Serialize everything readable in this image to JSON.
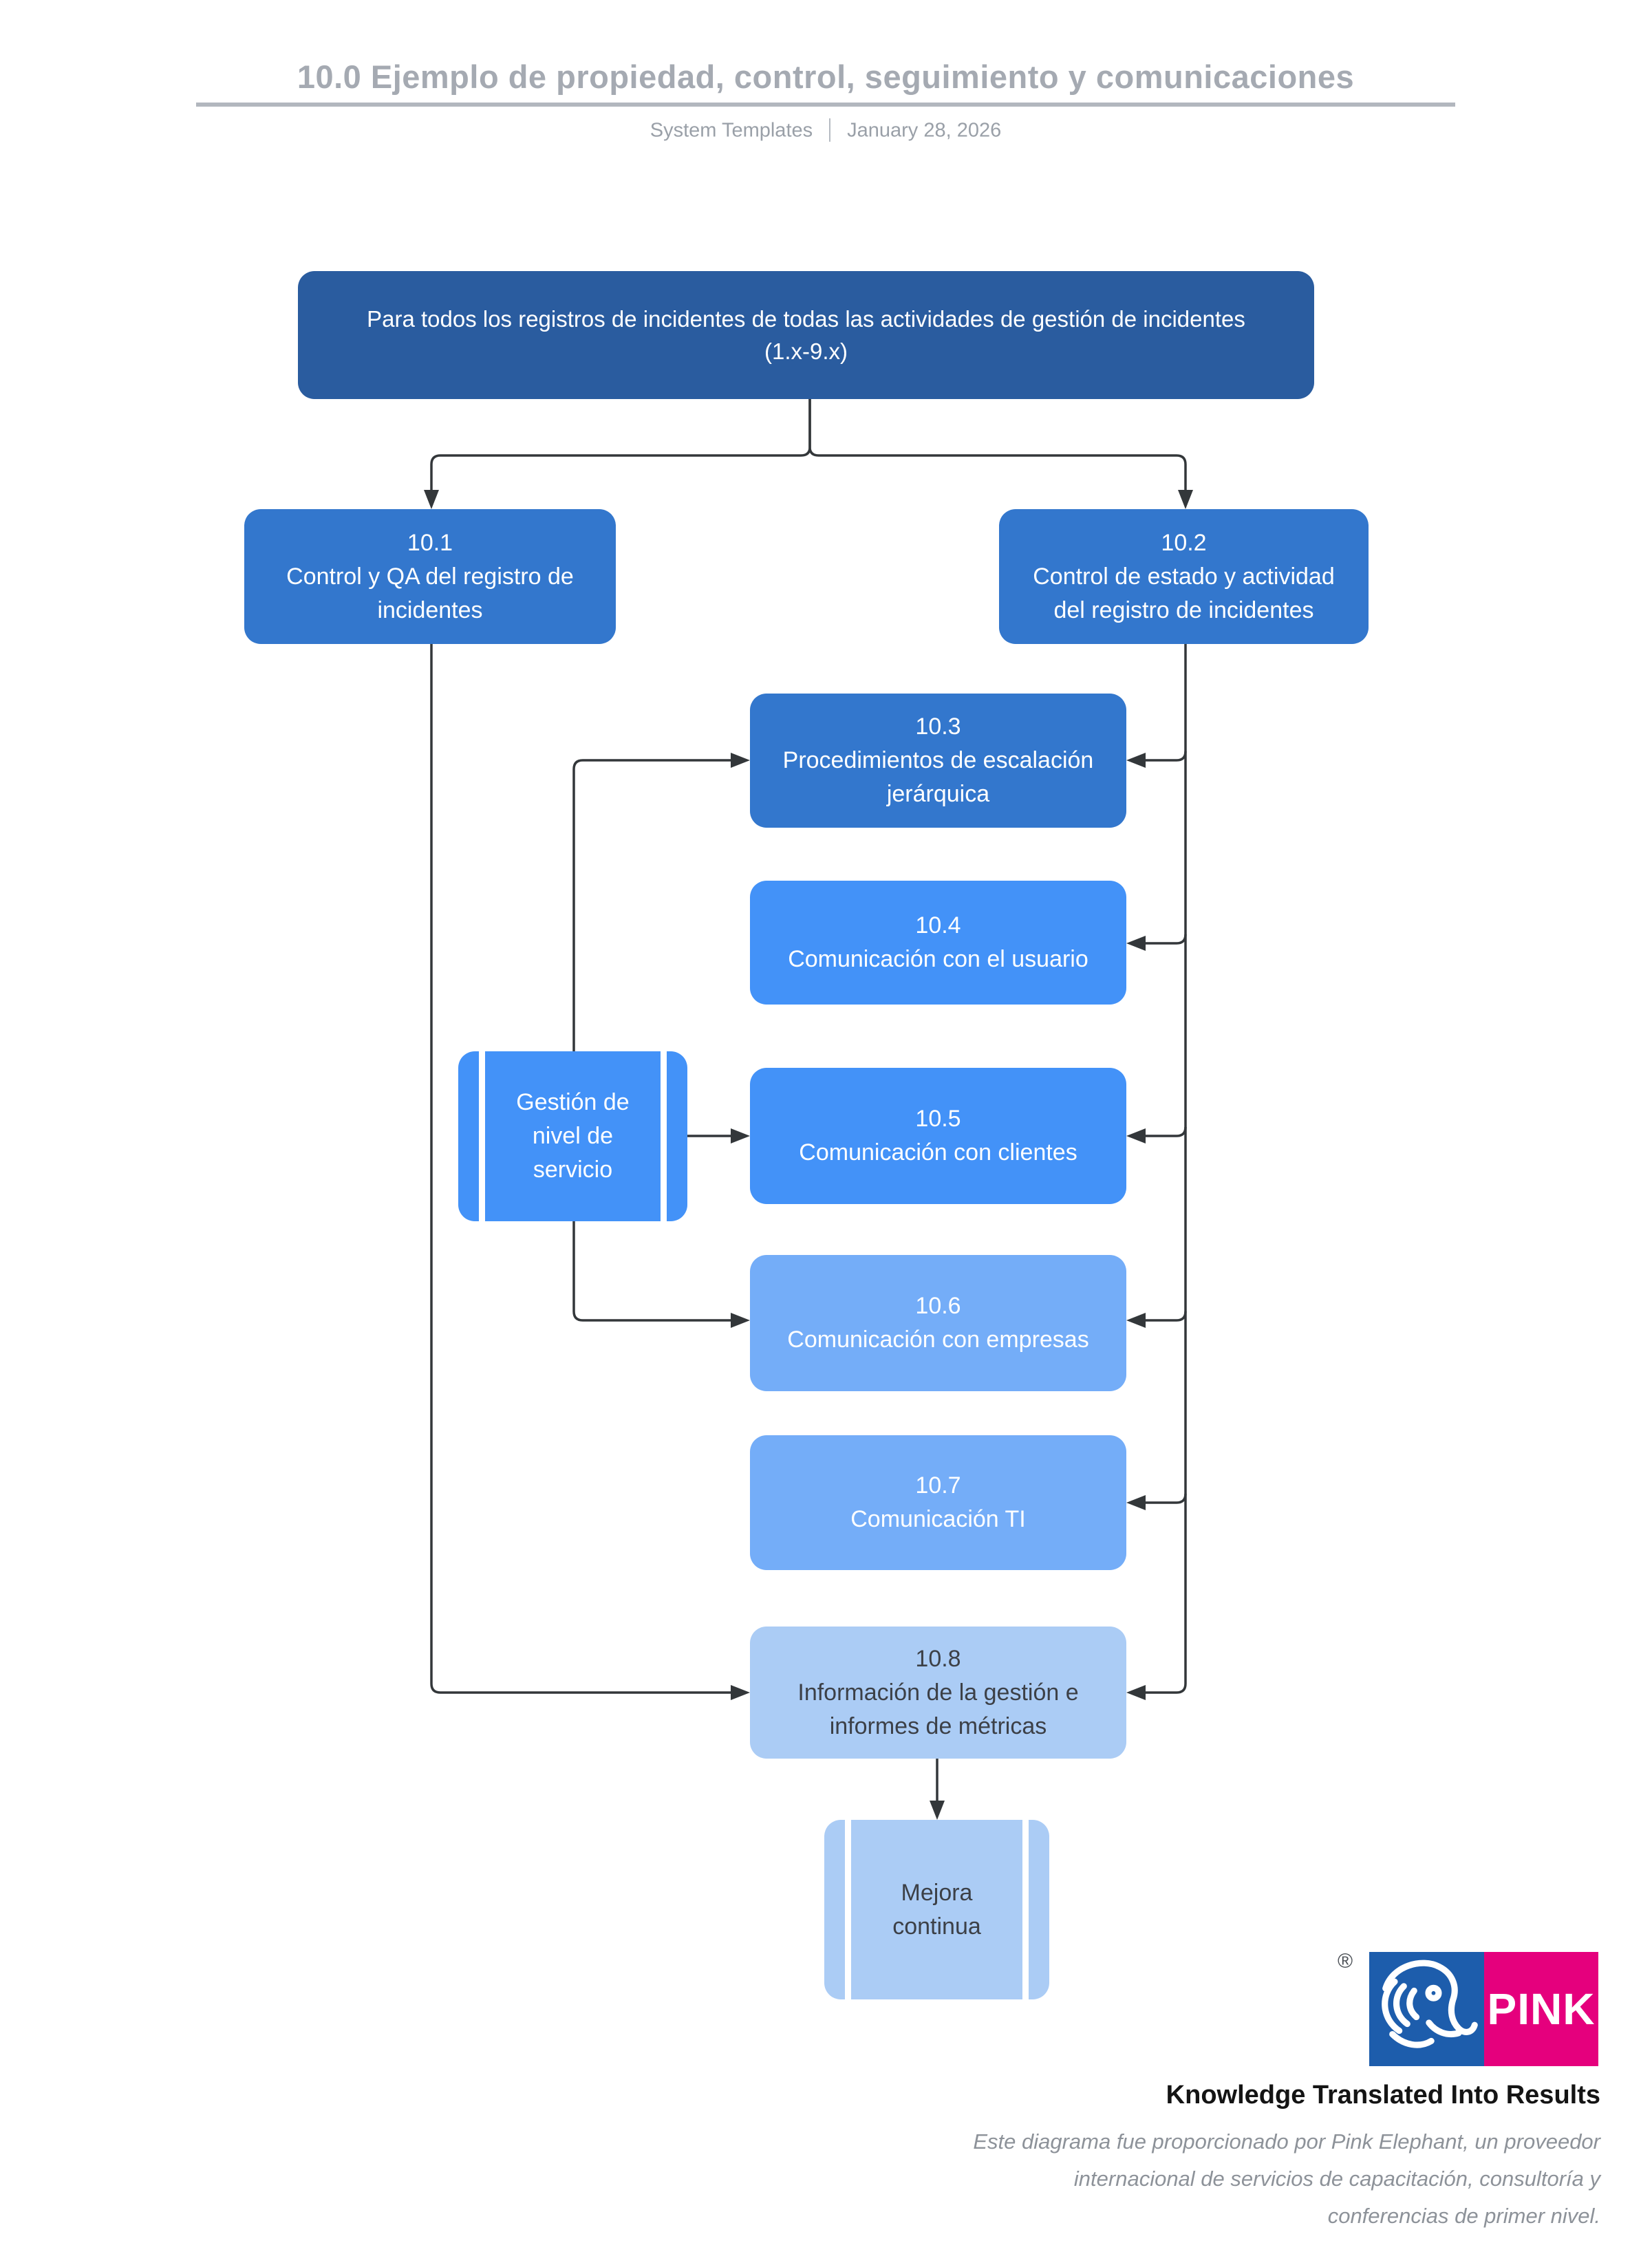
{
  "header": {
    "title": "10.0 Ejemplo de propiedad, control, seguimiento y comunicaciones",
    "source": "System Templates",
    "date": "January 28, 2026"
  },
  "flow": {
    "banner": {
      "text": "Para todos los registros de incidentes de todas las actividades de gestión de incidentes",
      "range": "(1.x-9.x)"
    },
    "n101": {
      "number": "10.1",
      "label": "Control y QA del registro de incidentes"
    },
    "n102": {
      "number": "10.2",
      "label": "Control de estado y actividad del registro de incidentes"
    },
    "n103": {
      "number": "10.3",
      "label": "Procedimientos de escalación jerárquica"
    },
    "n104": {
      "number": "10.4",
      "label": "Comunicación con el usuario"
    },
    "n105": {
      "number": "10.5",
      "label": "Comunicación con clientes"
    },
    "n106": {
      "number": "10.6",
      "label": "Comunicación con empresas"
    },
    "n107": {
      "number": "10.7",
      "label": "Comunicación TI"
    },
    "n108": {
      "number": "10.8",
      "label": "Información de la gestión e informes de métricas"
    },
    "slm": {
      "label": "Gestión de nivel de servicio"
    },
    "improvement": {
      "label": "Mejora continua"
    },
    "edges": [
      {
        "from": "banner",
        "to": "10.1"
      },
      {
        "from": "banner",
        "to": "10.2"
      },
      {
        "from": "10.1",
        "to": "10.8"
      },
      {
        "from": "10.2",
        "to": "10.3"
      },
      {
        "from": "10.2",
        "to": "10.4"
      },
      {
        "from": "10.2",
        "to": "10.5"
      },
      {
        "from": "10.2",
        "to": "10.6"
      },
      {
        "from": "10.2",
        "to": "10.7"
      },
      {
        "from": "10.2",
        "to": "10.8"
      },
      {
        "from": "slm",
        "to": "10.3"
      },
      {
        "from": "slm",
        "to": "10.5"
      },
      {
        "from": "slm",
        "to": "10.6"
      },
      {
        "from": "10.8",
        "to": "improvement"
      }
    ]
  },
  "logo": {
    "registered": "®",
    "wordmark": "PINK",
    "tagline": "Knowledge Translated Into Results"
  },
  "footer": {
    "line1": "Este diagrama fue proporcionado por Pink Elephant, un proveedor",
    "line2": "internacional de servicios de capacitación, consultoría y",
    "line3": "conferencias de primer nivel."
  },
  "colors": {
    "banner_fill": "#2a5c9f",
    "step_fill_primary": "#3377cd",
    "step_fill_secondary": "#4392f8",
    "step_fill_tertiary": "#74adf8",
    "step_fill_quaternary": "#abccf5",
    "dark_text": "#3c4047",
    "connector": "#33373a",
    "title_gray": "#a5aab2",
    "logo_blue": "#1d5dac",
    "logo_pink": "#e5007d"
  }
}
